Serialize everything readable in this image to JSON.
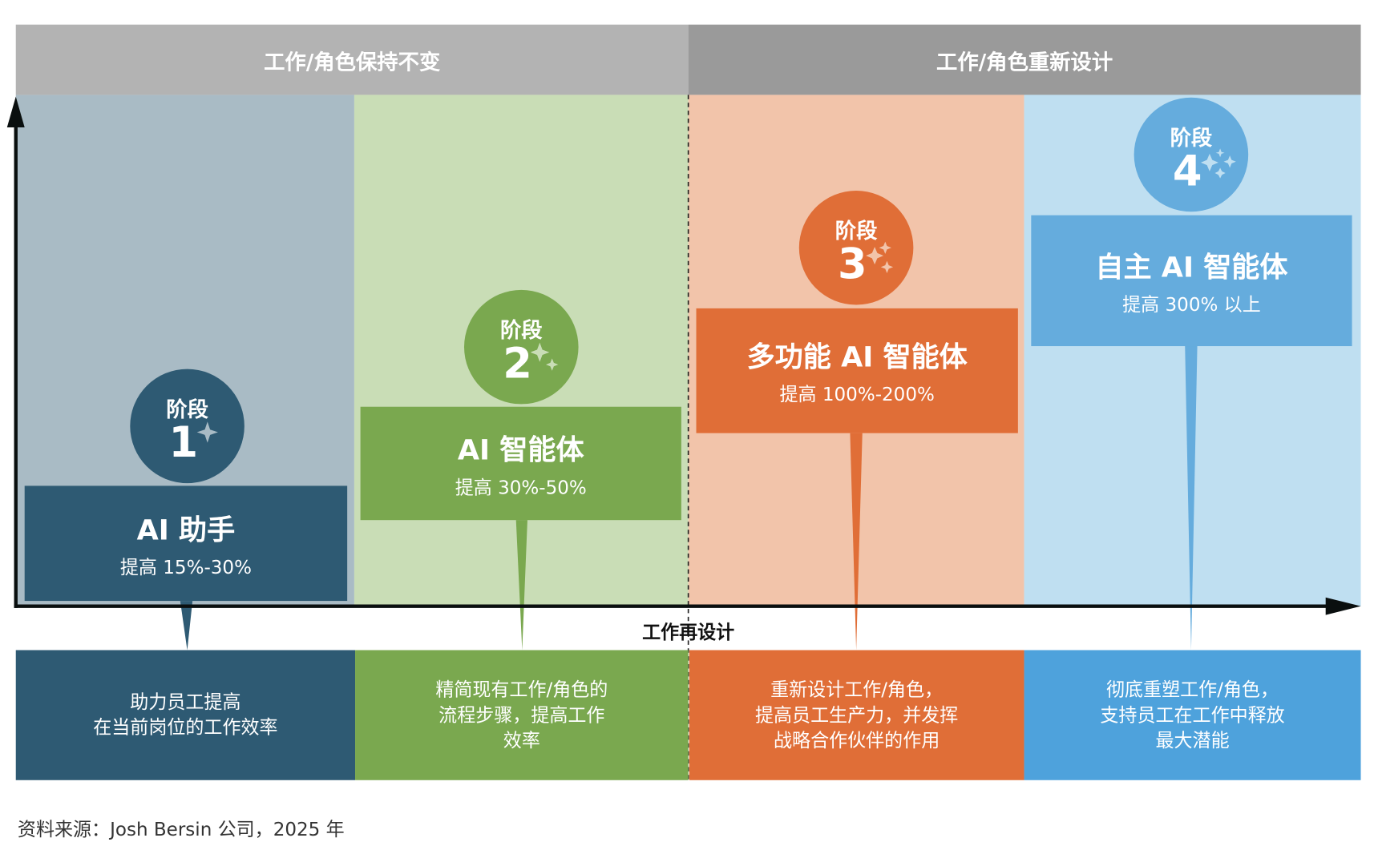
{
  "header": {
    "left": "工作/角色保持不变",
    "right": "工作/角色重新设计"
  },
  "x_axis_label": "工作再设计",
  "stage_label": "阶段",
  "stages": [
    {
      "number": "1",
      "title": "AI 助手",
      "subtitle": "提高 15%-30%",
      "description": "助力员工提高\n在当前岗位的工作效率",
      "color": "#2e5a73",
      "bg": "#a9bbc5"
    },
    {
      "number": "2",
      "title": "AI 智能体",
      "subtitle": "提高 30%-50%",
      "description": "精简现有工作/角色的\n流程步骤，提高工作\n效率",
      "color": "#7aa84f",
      "bg": "#c9ddb6"
    },
    {
      "number": "3",
      "title": "多功能 AI 智能体",
      "subtitle": "提高 100%-200%",
      "description": "重新设计工作/角色，\n提高员工生产力，并发挥\n战略合作伙伴的作用",
      "color": "#e06e37",
      "bg": "#f2c4aa"
    },
    {
      "number": "4",
      "title": "自主 AI 智能体",
      "subtitle": "提高 300% 以上",
      "description": "彻底重塑工作/角色，\n支持员工在工作中释放\n最大潜能",
      "color": "#65acdd",
      "bg": "#bfdff1"
    }
  ],
  "source": "资料来源：Josh Bersin 公司，2025 年"
}
